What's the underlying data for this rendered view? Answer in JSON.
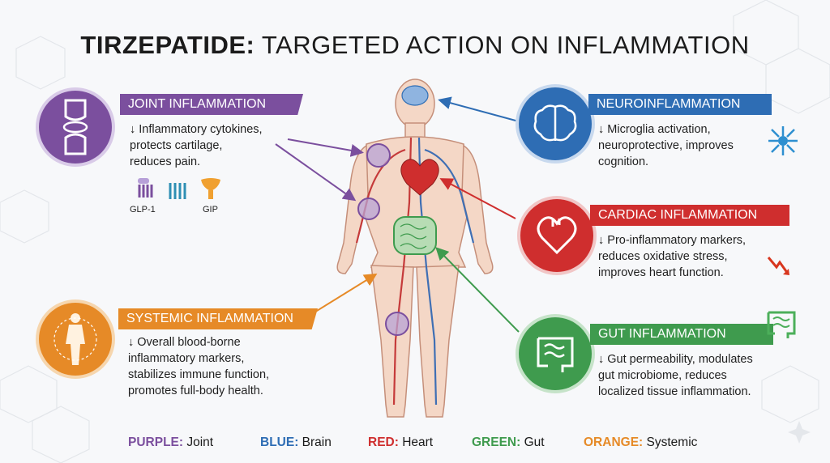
{
  "title": {
    "bold": "TIRZEPATIDE:",
    "rest": "TARGETED ACTION ON INFLAMMATION"
  },
  "colors": {
    "purple": "#7b4f9e",
    "blue": "#2e6db4",
    "red": "#cf2e2e",
    "green": "#3f9b4e",
    "orange": "#e68a27"
  },
  "panels": {
    "joint": {
      "heading": "JOINT INFLAMMATION",
      "lines": [
        "↓ Inflammatory cytokines,",
        "protects cartilage,",
        "reduces pain."
      ],
      "icon": "knee-joint-icon"
    },
    "neuro": {
      "heading": "NEUROINFLAMMATION",
      "lines": [
        "↓ Microglia activation,",
        "neuroprotective, improves",
        "cognition."
      ],
      "icon": "brain-icon"
    },
    "cardiac": {
      "heading": "CARDIAC INFLAMMATION",
      "lines": [
        "↓ Pro-inflammatory markers,",
        "reduces oxidative stress,",
        "improves heart function."
      ],
      "icon": "heart-icon"
    },
    "systemic": {
      "heading": "SYSTEMIC INFLAMMATION",
      "lines": [
        "↓ Overall blood-borne",
        "inflammatory markers,",
        "stabilizes immune function,",
        "promotes full-body health."
      ],
      "icon": "human-body-icon"
    },
    "gut": {
      "heading": "GUT INFLAMMATION",
      "lines": [
        "↓ Gut permeability, modulates",
        "gut microbiome, reduces",
        "localized tissue inflammation."
      ],
      "icon": "intestine-icon"
    }
  },
  "receptors": {
    "glp1": "GLP-1",
    "gip": "GIP"
  },
  "legend": [
    {
      "key": "PURPLE:",
      "value": "Joint",
      "color": "#7b4f9e"
    },
    {
      "key": "BLUE:",
      "value": "Brain",
      "color": "#2e6db4"
    },
    {
      "key": "RED:",
      "value": "Heart",
      "color": "#cf2e2e"
    },
    {
      "key": "GREEN:",
      "value": "Gut",
      "color": "#3f9b4e"
    },
    {
      "key": "ORANGE:",
      "value": "Systemic",
      "color": "#e68a27"
    }
  ]
}
